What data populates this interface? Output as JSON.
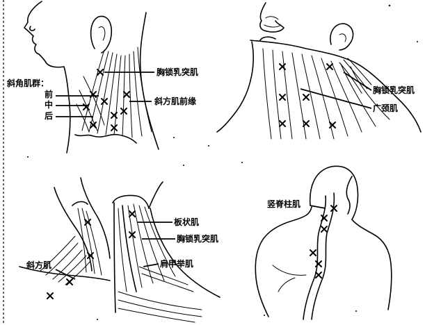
{
  "labels": {
    "scalene_group": "斜角肌群：",
    "scalene_anterior": "前",
    "scalene_middle": "中",
    "scalene_posterior": "后",
    "scm_front": "胸锁乳突肌",
    "trapezius_anterior_edge": "斜方肌前缘",
    "scm_side": "胸锁乳突肌",
    "platysma": "广颈肌",
    "splenius": "板状肌",
    "scm_back": "胸锁乳突肌",
    "levator_scapulae": "肩甲举肌",
    "trapezius": "斜方肌",
    "erector_spinae": "竖脊柱肌"
  },
  "icons": {
    "point_marker": "x-mark-icon"
  }
}
